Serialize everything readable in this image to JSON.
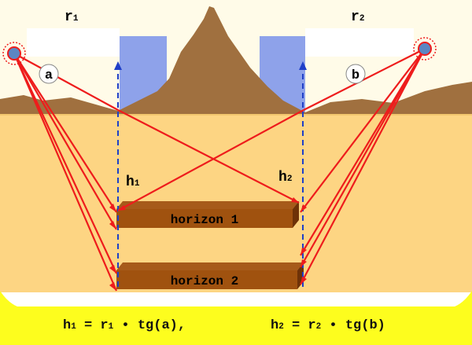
{
  "labels": {
    "r1_main": "r",
    "r1_sub": "1",
    "r2_main": "r",
    "r2_sub": "2",
    "h1_main": "h",
    "h1_sub": "1",
    "h2_main": "h",
    "h2_sub": "2",
    "angle_a": "a",
    "angle_b": "b"
  },
  "horizons": [
    {
      "label": "horizon 1"
    },
    {
      "label": "horizon 2"
    }
  ],
  "formula": {
    "h1_main": "h",
    "h1_sub": "1",
    "h1_eq": " = r",
    "h1_r_sub": "1",
    "h1_tail": " • tg(a),",
    "h2_main": "h",
    "h2_sub": "2",
    "h2_eq": " = r",
    "h2_r_sub": "2",
    "h2_tail": " • tg(b)"
  },
  "colors": {
    "sky": "#fffbe8",
    "mountain": "#a0703f",
    "ground": "#fdd583",
    "horizon_top": "#a65a1a",
    "horizon_front": "#a0520f",
    "horizon_side": "#6e3208",
    "rays": "#ee1c1c",
    "dashed": "#1f3fc8",
    "formula_bg": "#fdfd1e",
    "sky_patch": "#8ea2ea"
  },
  "icons": {
    "source_left": "seismic-source-icon",
    "source_right": "seismic-source-icon"
  }
}
